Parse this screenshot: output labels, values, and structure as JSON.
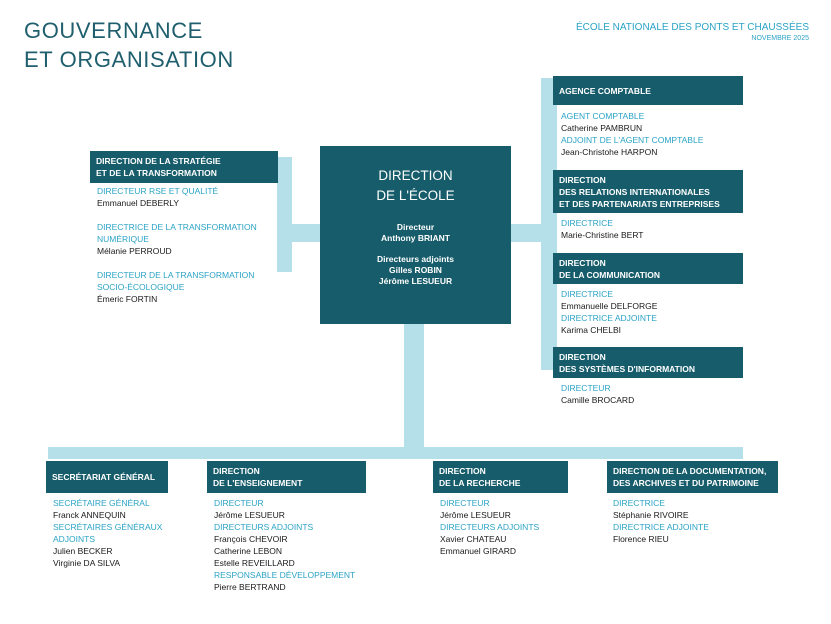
{
  "header": {
    "title_line1": "GOUVERNANCE",
    "title_line2": "ET ORGANISATION",
    "org_name": "ÉCOLE NATIONALE DES PONTS ET CHAUSSÉES",
    "date": "NOVEMBRE 2025"
  },
  "colors": {
    "box": "#175c6b",
    "title": "#1f5f6d",
    "role_text": "#2aa3c5",
    "connector": "#b5e0ea",
    "name_text": "#1a1a1a"
  },
  "central": {
    "title_line1": "DIRECTION",
    "title_line2": "DE L'ÉCOLE",
    "role1": "Directeur",
    "name1": "Anthony BRIANT",
    "role2": "Directeurs adjoints",
    "name2": "Gilles ROBIN",
    "name3": "Jérôme LESUEUR"
  },
  "strategie": {
    "title_line1": "DIRECTION DE LA STRATÉGIE",
    "title_line2": "ET DE LA TRANSFORMATION",
    "r1": "DIRECTEUR RSE ET QUALITÉ",
    "n1": "Emmanuel DEBERLY",
    "r2a": "DIRECTRICE DE LA TRANSFORMATION",
    "r2b": "NUMÉRIQUE",
    "n2": "Mélanie PERROUD",
    "r3a": "DIRECTEUR DE LA TRANSFORMATION",
    "r3b": "SOCIO-ÉCOLOGIQUE",
    "n3": "Émeric FORTIN"
  },
  "agence": {
    "title": "AGENCE COMPTABLE",
    "r1": "AGENT COMPTABLE",
    "n1": "Catherine PAMBRUN",
    "r2": "ADJOINT DE L'AGENT COMPTABLE",
    "n2": "Jean-Christohe HARPON"
  },
  "relations": {
    "title_line1": "DIRECTION",
    "title_line2": "DES RELATIONS INTERNATIONALES",
    "title_line3": "ET DES PARTENARIATS ENTREPRISES",
    "r1": "DIRECTRICE",
    "n1": "Marie-Christine BERT"
  },
  "communication": {
    "title_line1": "DIRECTION",
    "title_line2": "DE LA COMMUNICATION",
    "r1": "DIRECTRICE",
    "n1": "Emmanuelle DELFORGE",
    "r2": "DIRECTRICE ADJOINTE",
    "n2": "Karima CHELBI"
  },
  "systemes": {
    "title_line1": "DIRECTION",
    "title_line2": "DES SYSTÈMES D'INFORMATION",
    "r1": "DIRECTEUR",
    "n1": "Camille BROCARD"
  },
  "secretariat": {
    "title": "SECRÉTARIAT GÉNÉRAL",
    "r1": "SECRÉTAIRE GÉNÉRAL",
    "n1": "Franck ANNEQUIN",
    "r2a": "SECRÉTAIRES GÉNÉRAUX",
    "r2b": "ADJOINTS",
    "n2": "Julien BECKER",
    "n3": "Virginie DA SILVA"
  },
  "enseignement": {
    "title_line1": "DIRECTION",
    "title_line2": "DE L'ENSEIGNEMENT",
    "r1": "DIRECTEUR",
    "n1": "Jérôme LESUEUR",
    "r2": "DIRECTEURS ADJOINTS",
    "n2": "François CHEVOIR",
    "n3": "Catherine LEBON",
    "n4": "Estelle REVEILLARD",
    "r3": "RESPONSABLE DÉVELOPPEMENT",
    "n5": "Pierre BERTRAND"
  },
  "recherche": {
    "title_line1": "DIRECTION",
    "title_line2": "DE LA RECHERCHE",
    "r1": "DIRECTEUR",
    "n1": "Jérôme LESUEUR",
    "r2": "DIRECTEURS ADJOINTS",
    "n2": "Xavier CHATEAU",
    "n3": "Emmanuel GIRARD"
  },
  "documentation": {
    "title_line1": "DIRECTION DE LA DOCUMENTATION,",
    "title_line2": "DES ARCHIVES ET DU PATRIMOINE",
    "r1": "DIRECTRICE",
    "n1": "Stéphanie RIVOIRE",
    "r2": "DIRECTRICE ADJOINTE",
    "n2": "Florence RIEU"
  }
}
